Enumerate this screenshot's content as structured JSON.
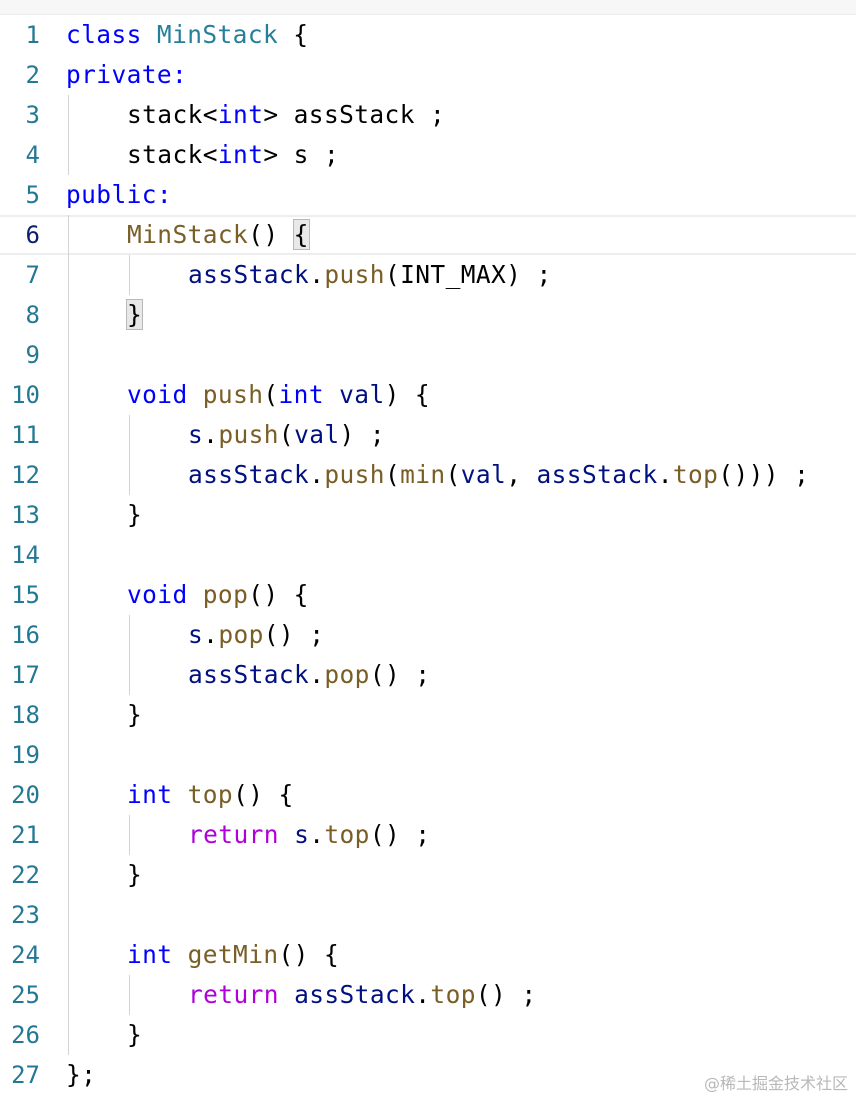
{
  "editor": {
    "active_line": 6,
    "colors": {
      "keyword": "#0000ff",
      "control": "#af00db",
      "type": "#267f99",
      "function": "#795e26",
      "variable": "#001080",
      "line_number": "#237893"
    },
    "lines": [
      {
        "n": "1",
        "indent": 0,
        "tokens": [
          {
            "t": "class",
            "c": "kw"
          },
          {
            "t": " "
          },
          {
            "t": "MinStack",
            "c": "cls"
          },
          {
            "t": " {"
          }
        ]
      },
      {
        "n": "2",
        "indent": 0,
        "tokens": [
          {
            "t": "private:",
            "c": "kw"
          }
        ]
      },
      {
        "n": "3",
        "indent": 1,
        "tokens": [
          {
            "t": "stack<"
          },
          {
            "t": "int",
            "c": "kw"
          },
          {
            "t": "> assStack ;"
          }
        ]
      },
      {
        "n": "4",
        "indent": 1,
        "tokens": [
          {
            "t": "stack<"
          },
          {
            "t": "int",
            "c": "kw"
          },
          {
            "t": "> s ;"
          }
        ]
      },
      {
        "n": "5",
        "indent": 0,
        "tokens": [
          {
            "t": "public:",
            "c": "kw"
          }
        ]
      },
      {
        "n": "6",
        "indent": 1,
        "tokens": [
          {
            "t": "MinStack",
            "c": "fn"
          },
          {
            "t": "() "
          },
          {
            "t": "{",
            "c": "brk"
          }
        ]
      },
      {
        "n": "7",
        "indent": 2,
        "tokens": [
          {
            "t": "assStack",
            "c": "var"
          },
          {
            "t": "."
          },
          {
            "t": "push",
            "c": "fn"
          },
          {
            "t": "(INT_MAX) ;"
          }
        ]
      },
      {
        "n": "8",
        "indent": 1,
        "tokens": [
          {
            "t": "}",
            "c": "brk"
          }
        ]
      },
      {
        "n": "9",
        "indent": 0,
        "tokens": []
      },
      {
        "n": "10",
        "indent": 1,
        "tokens": [
          {
            "t": "void",
            "c": "kw"
          },
          {
            "t": " "
          },
          {
            "t": "push",
            "c": "fn"
          },
          {
            "t": "("
          },
          {
            "t": "int",
            "c": "kw"
          },
          {
            "t": " "
          },
          {
            "t": "val",
            "c": "var"
          },
          {
            "t": ") {"
          }
        ]
      },
      {
        "n": "11",
        "indent": 2,
        "tokens": [
          {
            "t": "s",
            "c": "var"
          },
          {
            "t": "."
          },
          {
            "t": "push",
            "c": "fn"
          },
          {
            "t": "("
          },
          {
            "t": "val",
            "c": "var"
          },
          {
            "t": ") ;"
          }
        ]
      },
      {
        "n": "12",
        "indent": 2,
        "tokens": [
          {
            "t": "assStack",
            "c": "var"
          },
          {
            "t": "."
          },
          {
            "t": "push",
            "c": "fn"
          },
          {
            "t": "("
          },
          {
            "t": "min",
            "c": "fn"
          },
          {
            "t": "("
          },
          {
            "t": "val",
            "c": "var"
          },
          {
            "t": ", "
          },
          {
            "t": "assStack",
            "c": "var"
          },
          {
            "t": "."
          },
          {
            "t": "top",
            "c": "fn"
          },
          {
            "t": "())) ;"
          }
        ]
      },
      {
        "n": "13",
        "indent": 1,
        "tokens": [
          {
            "t": "}"
          }
        ]
      },
      {
        "n": "14",
        "indent": 0,
        "tokens": []
      },
      {
        "n": "15",
        "indent": 1,
        "tokens": [
          {
            "t": "void",
            "c": "kw"
          },
          {
            "t": " "
          },
          {
            "t": "pop",
            "c": "fn"
          },
          {
            "t": "() {"
          }
        ]
      },
      {
        "n": "16",
        "indent": 2,
        "tokens": [
          {
            "t": "s",
            "c": "var"
          },
          {
            "t": "."
          },
          {
            "t": "pop",
            "c": "fn"
          },
          {
            "t": "() ;"
          }
        ]
      },
      {
        "n": "17",
        "indent": 2,
        "tokens": [
          {
            "t": "assStack",
            "c": "var"
          },
          {
            "t": "."
          },
          {
            "t": "pop",
            "c": "fn"
          },
          {
            "t": "() ;"
          }
        ]
      },
      {
        "n": "18",
        "indent": 1,
        "tokens": [
          {
            "t": "}"
          }
        ]
      },
      {
        "n": "19",
        "indent": 0,
        "tokens": []
      },
      {
        "n": "20",
        "indent": 1,
        "tokens": [
          {
            "t": "int",
            "c": "kw"
          },
          {
            "t": " "
          },
          {
            "t": "top",
            "c": "fn"
          },
          {
            "t": "() {"
          }
        ]
      },
      {
        "n": "21",
        "indent": 2,
        "tokens": [
          {
            "t": "return",
            "c": "ctl"
          },
          {
            "t": " "
          },
          {
            "t": "s",
            "c": "var"
          },
          {
            "t": "."
          },
          {
            "t": "top",
            "c": "fn"
          },
          {
            "t": "() ;"
          }
        ]
      },
      {
        "n": "22",
        "indent": 1,
        "tokens": [
          {
            "t": "}"
          }
        ]
      },
      {
        "n": "23",
        "indent": 0,
        "tokens": []
      },
      {
        "n": "24",
        "indent": 1,
        "tokens": [
          {
            "t": "int",
            "c": "kw"
          },
          {
            "t": " "
          },
          {
            "t": "getMin",
            "c": "fn"
          },
          {
            "t": "() {"
          }
        ]
      },
      {
        "n": "25",
        "indent": 2,
        "tokens": [
          {
            "t": "return",
            "c": "ctl"
          },
          {
            "t": " "
          },
          {
            "t": "assStack",
            "c": "var"
          },
          {
            "t": "."
          },
          {
            "t": "top",
            "c": "fn"
          },
          {
            "t": "() ;"
          }
        ]
      },
      {
        "n": "26",
        "indent": 1,
        "tokens": [
          {
            "t": "}"
          }
        ]
      },
      {
        "n": "27",
        "indent": 0,
        "tokens": [
          {
            "t": "};"
          }
        ]
      }
    ]
  },
  "watermark": "@稀土掘金技术社区"
}
